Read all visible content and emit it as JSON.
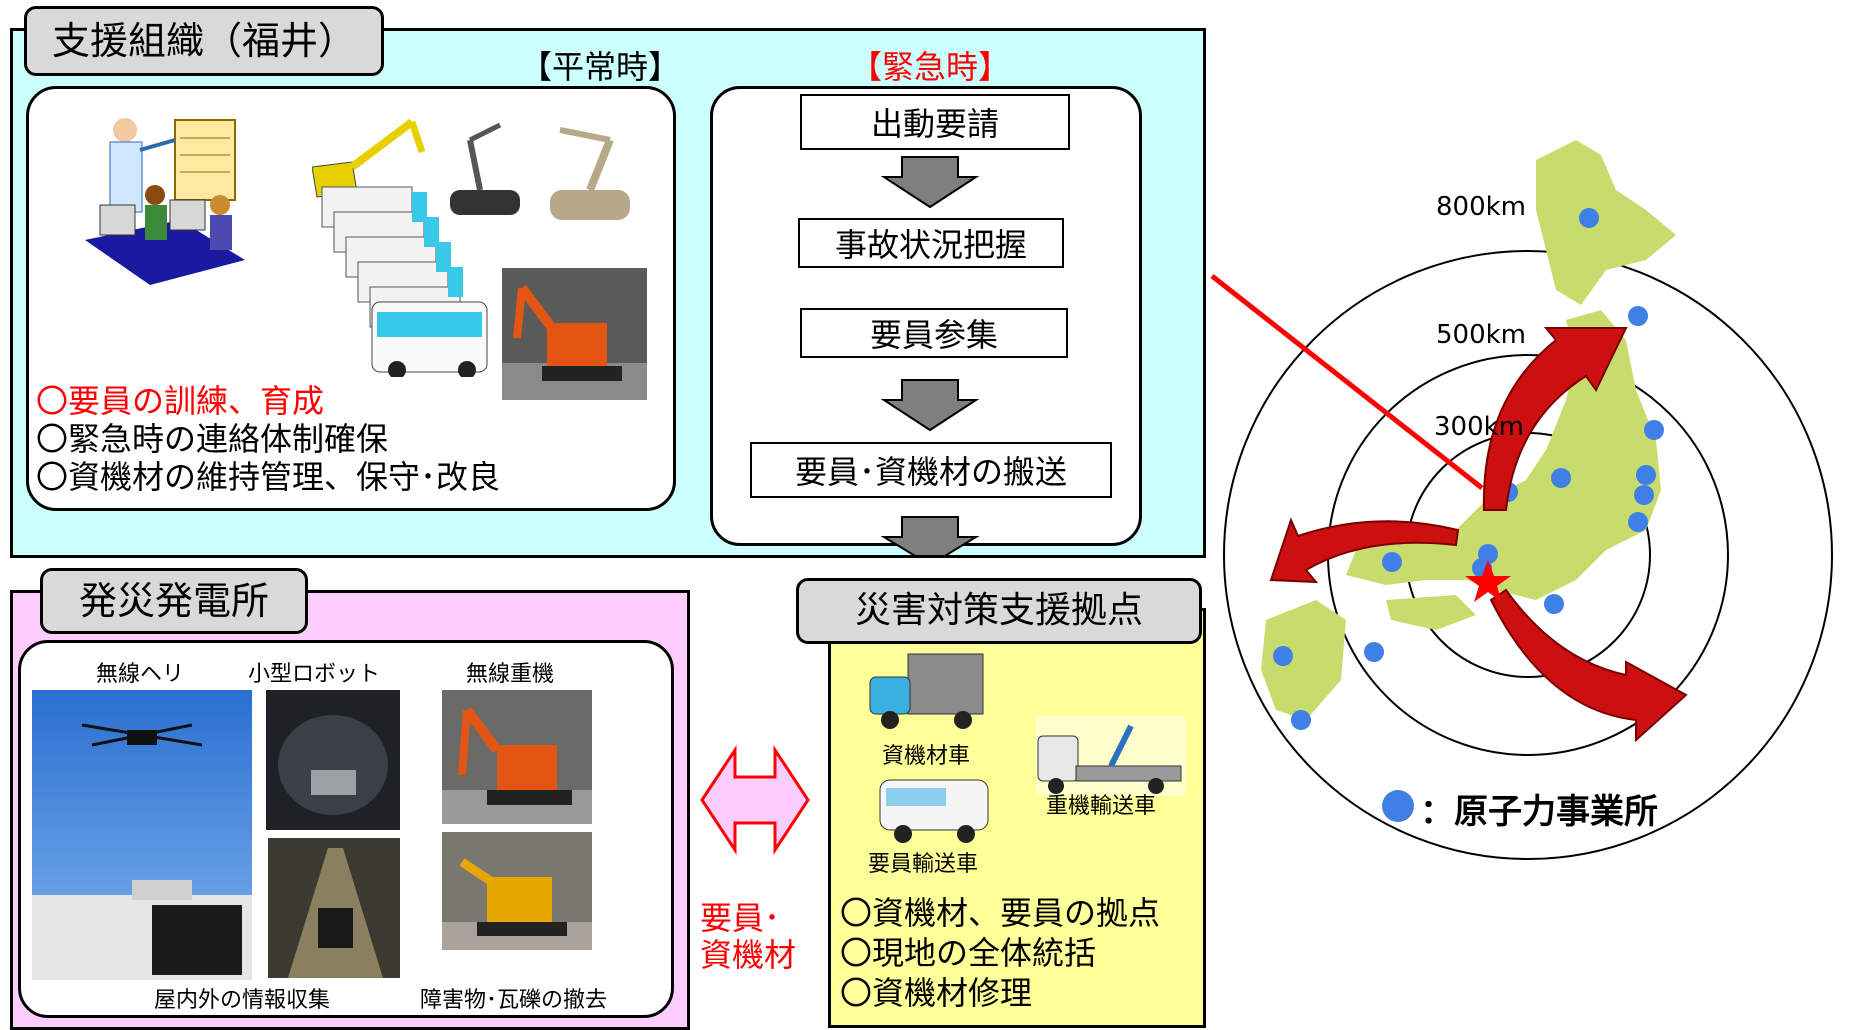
{
  "support_org": {
    "title": "支援組織（福井）",
    "normal_label": "【平常時】",
    "emergency_label": "【緊急時】",
    "normal_duties": [
      "〇要員の訓練、育成",
      "〇緊急時の連絡体制確保",
      "〇資機材の維持管理、保守･改良"
    ],
    "emergency_flow": [
      "出動要請",
      "事故状況把握",
      "要員参集",
      "要員･資機材の搬送"
    ]
  },
  "affected_plant": {
    "title": "発災発電所",
    "equipment": [
      "無線ヘリ",
      "小型ロボット",
      "無線重機"
    ],
    "tasks": [
      "屋内外の情報収集",
      "障害物･瓦礫の撤去"
    ]
  },
  "transfer_label": [
    "要員･",
    "資機材"
  ],
  "support_base": {
    "title": "災害対策支援拠点",
    "vehicles": [
      "資機材車",
      "重機輸送車",
      "要員輸送車"
    ],
    "duties": [
      "〇資機材、要員の拠点",
      "〇現地の全体統括",
      "〇資機材修理"
    ]
  },
  "map": {
    "distances": [
      "800km",
      "500km",
      "300km"
    ],
    "legend": "：原子力事業所",
    "colors": {
      "land": "#c8dc6e",
      "site": "#3f7fe6",
      "arrow": "#cc1010",
      "star": "#ff0000"
    }
  }
}
